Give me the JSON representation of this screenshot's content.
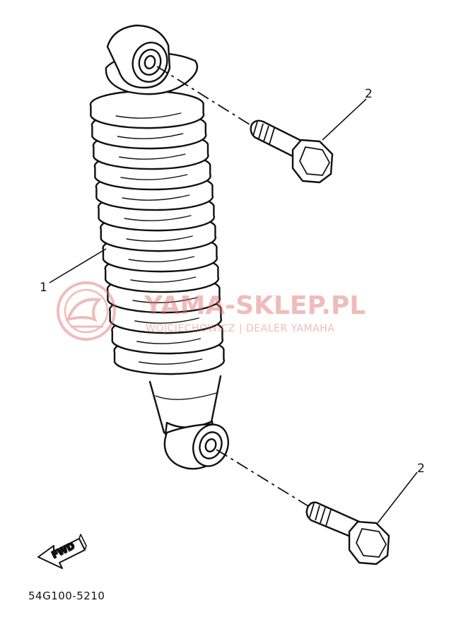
{
  "callouts": [
    {
      "id": "shock",
      "text": "1"
    },
    {
      "id": "bolt-top",
      "text": "2"
    },
    {
      "id": "bolt-bottom",
      "text": "2"
    }
  ],
  "direction_label": "FWD",
  "diagram_code": "54G100-5210",
  "watermark": {
    "title": "YAMA-SKLEP.PL",
    "subtitle": "WOJCIECHOWICZ | DEALER YAMAHA",
    "color": "#e06a6a"
  },
  "colors": {
    "line": "#111111",
    "paper": "#ffffff"
  }
}
